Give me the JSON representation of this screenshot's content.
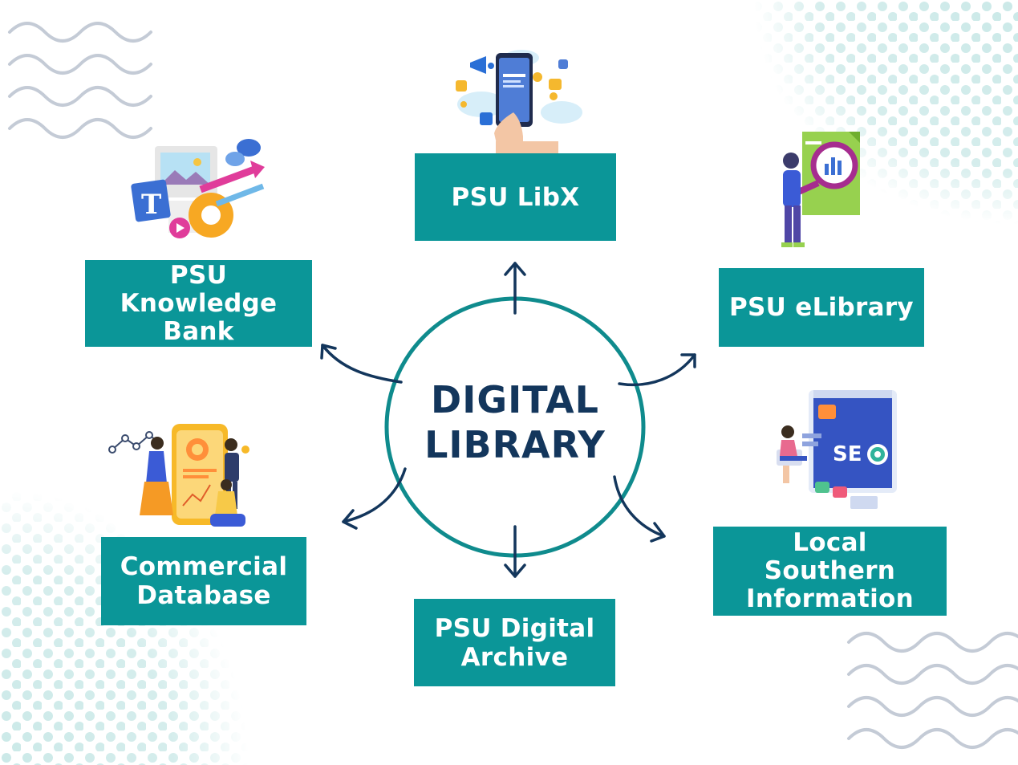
{
  "colors": {
    "box": "#0b9698",
    "box_text": "#ffffff",
    "circle": "#0f8b8d",
    "title": "#13365c",
    "arrow": "#13365c",
    "wave": "#c4cbd6",
    "dots": "#cbe9e8"
  },
  "center": {
    "line1": "DIGITAL",
    "line2": "LIBRARY"
  },
  "nodes": {
    "libx": {
      "lines": [
        "PSU LibX"
      ],
      "icon": "phone-social-media-icon"
    },
    "elibrary": {
      "lines": [
        "PSU eLibrary"
      ],
      "icon": "person-magnifier-document-icon"
    },
    "knowledge_bank": {
      "lines": [
        "PSU",
        "Knowledge",
        "Bank"
      ],
      "icon": "content-gear-arrows-icon"
    },
    "commercial_db": {
      "lines": [
        "Commercial",
        "Database"
      ],
      "icon": "team-analytics-phone-icon"
    },
    "digital_archive": {
      "lines": [
        "PSU Digital",
        "Archive"
      ]
    },
    "local_southern": {
      "lines": [
        "Local",
        "Southern",
        "Information"
      ],
      "icon": "seo-monitor-icon"
    }
  }
}
